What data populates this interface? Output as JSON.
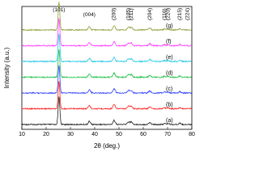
{
  "chart_data": {
    "type": "line",
    "title": "",
    "xlabel": "2θ (deg.)",
    "ylabel": "Intensity (a.u.)",
    "xlim": [
      10,
      80
    ],
    "x_ticks": [
      10,
      20,
      30,
      40,
      50,
      60,
      70,
      80
    ],
    "y_ticks_shown": false,
    "grid": false,
    "peaks": [
      {
        "label": "(101)",
        "x": 25.3,
        "height": 1.0
      },
      {
        "label": "(004)",
        "x": 37.8,
        "height": 0.13
      },
      {
        "label": "(200)",
        "x": 48.0,
        "height": 0.17
      },
      {
        "label": "(105)",
        "x": 53.9,
        "height": 0.11
      },
      {
        "label": "(211)",
        "x": 55.1,
        "height": 0.11
      },
      {
        "label": "(204)",
        "x": 62.7,
        "height": 0.08
      },
      {
        "label": "(116)",
        "x": 68.8,
        "height": 0.04
      },
      {
        "label": "(220)",
        "x": 70.3,
        "height": 0.04
      },
      {
        "label": "(215)",
        "x": 75.1,
        "height": 0.05
      },
      {
        "label": "(224)",
        "x": 82.7,
        "height": 0.0
      }
    ],
    "series": [
      {
        "name": "(a)",
        "color": "#222222",
        "offset": 0
      },
      {
        "name": "(b)",
        "color": "#ff2020",
        "offset": 1
      },
      {
        "name": "(c)",
        "color": "#3344ff",
        "offset": 2
      },
      {
        "name": "(d)",
        "color": "#22c04a",
        "offset": 3
      },
      {
        "name": "(e)",
        "color": "#22c8e6",
        "offset": 4
      },
      {
        "name": "(f)",
        "color": "#ff40ff",
        "offset": 5
      },
      {
        "name": "(g)",
        "color": "#8fa03a",
        "offset": 6
      }
    ]
  }
}
